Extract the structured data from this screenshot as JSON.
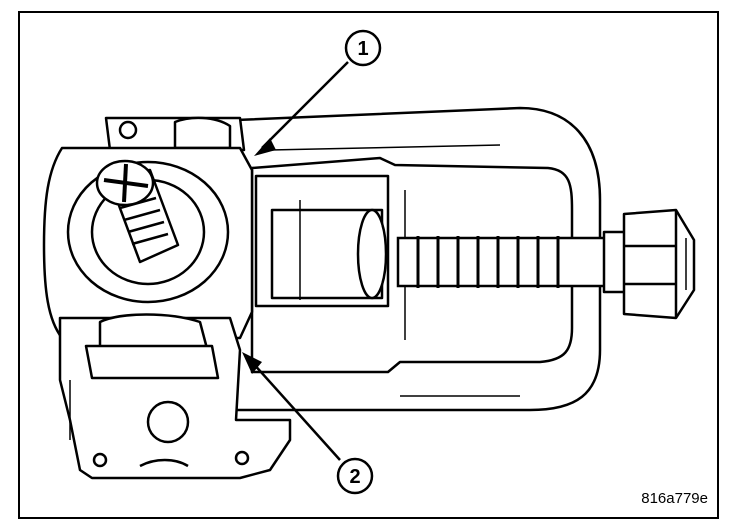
{
  "figure": {
    "callouts": [
      {
        "number": "1"
      },
      {
        "number": "2"
      }
    ],
    "figure_code": "816a779e",
    "colors": {
      "line": "#000000",
      "background": "#ffffff"
    }
  }
}
